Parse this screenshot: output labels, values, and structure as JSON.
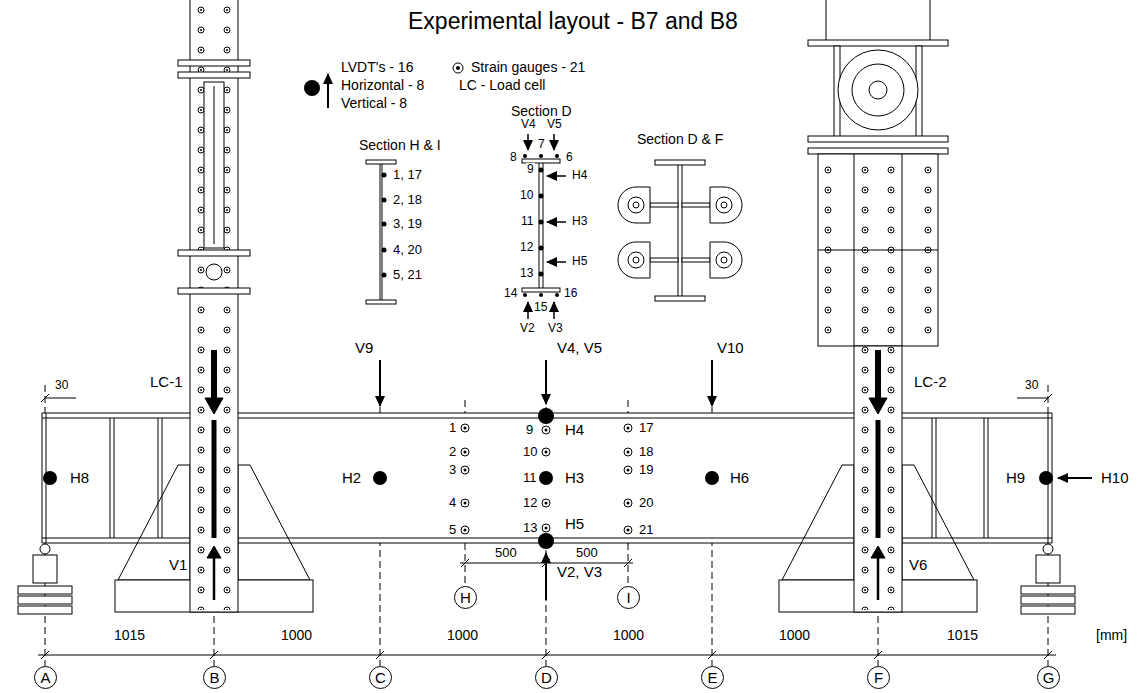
{
  "diagram": {
    "title": "Experimental layout - B7 and B8",
    "nodes": [
      {
        "text": [
          "H"
        ]
      },
      {
        "text": [
          "I"
        ]
      },
      {
        "text": [
          "A"
        ]
      },
      {
        "text": [
          "B"
        ]
      },
      {
        "text": [
          "C"
        ]
      },
      {
        "text": [
          "D"
        ]
      },
      {
        "text": [
          "E"
        ]
      },
      {
        "text": [
          "F"
        ]
      },
      {
        "text": [
          "G"
        ]
      }
    ],
    "labels": [
      "LC - Load cell",
      "Section H & I",
      "1, 17",
      "2, 18",
      "3, 19",
      "4, 20",
      "5, 21",
      "Section D",
      "V4",
      "V5",
      "7",
      "8",
      "6",
      "9",
      "H4",
      "10",
      "11",
      "H3",
      "12",
      "H5",
      "13",
      "14",
      "16",
      "15",
      "V2",
      "V3",
      "Section D & F",
      "LC-1",
      "V9",
      "V4, V5",
      "V10",
      "LC-2",
      "30",
      "30",
      "1",
      "2",
      "3",
      "4",
      "5",
      "9",
      "10",
      "11",
      "12",
      "13",
      "17",
      "18",
      "19",
      "20",
      "21",
      "H4",
      "H3",
      "H5",
      "H2",
      "H6",
      "H8",
      "H9",
      "H10",
      "V1",
      "V2, V3",
      "V6",
      "500",
      "500",
      "1015",
      "1000",
      "1000",
      "1000",
      "1000",
      "1015",
      "[mm]"
    ],
    "legend": [
      {
        "text": "LVDT's - 16"
      },
      {
        "text": "Horizontal - 8"
      },
      {
        "text": "Vertical - 8"
      },
      {
        "text": "Strain gauges - 21"
      }
    ]
  }
}
